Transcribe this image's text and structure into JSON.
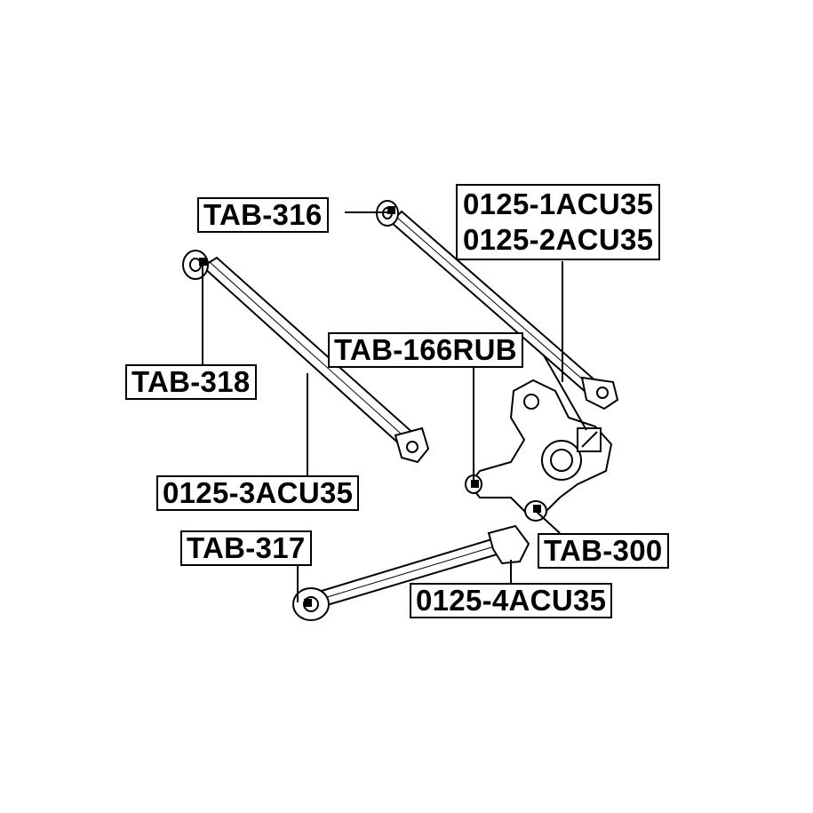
{
  "labels": {
    "tab316": "TAB-316",
    "arm12_line1": "0125-1ACU35",
    "arm12_line2": "0125-2ACU35",
    "tab318": "TAB-318",
    "tab166rub": "TAB-166RUB",
    "arm3": "0125-3ACU35",
    "tab317": "TAB-317",
    "tab300": "TAB-300",
    "arm4": "0125-4ACU35"
  }
}
